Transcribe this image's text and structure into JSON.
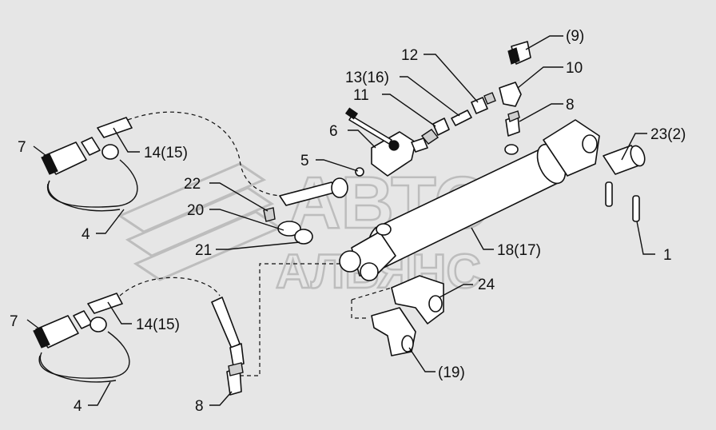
{
  "watermark": {
    "line1": "АВТО",
    "line2": "АЛЬЯНС"
  },
  "labels": {
    "p9": "(9)",
    "p10": "10",
    "p12": "12",
    "p13_16": "13(16)",
    "p11": "11",
    "p8_top": "8",
    "p6": "6",
    "p23_2": "23(2)",
    "p5": "5",
    "p7_top": "7",
    "p14_15_top": "14(15)",
    "p22": "22",
    "p20": "20",
    "p4_top": "4",
    "p21": "21",
    "p18_17": "18(17)",
    "p1": "1",
    "p24": "24",
    "p7_bottom": "7",
    "p14_15_bottom": "14(15)",
    "p4_bottom": "4",
    "p19": "(19)",
    "p8_bottom": "8"
  }
}
